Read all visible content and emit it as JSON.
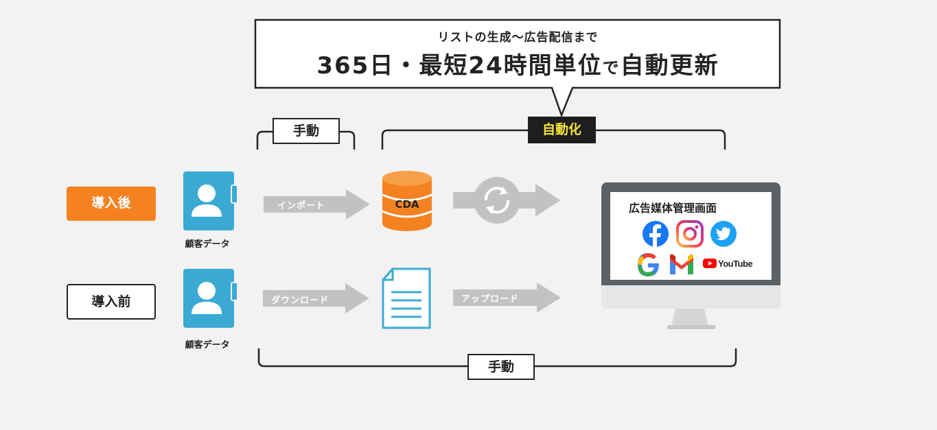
{
  "callout": {
    "subtitle": "リストの生成〜広告配信まで",
    "title_part1": "365日・最短24時間単位",
    "title_small": "で",
    "title_part2": "自動更新"
  },
  "labels": {
    "manual_top": "手動",
    "auto": "自動化",
    "manual_bottom": "手動"
  },
  "rows": {
    "after": {
      "status": "導入後",
      "customer_caption": "顧客データ",
      "arrow1": "インポート",
      "database_label": "CDA"
    },
    "before": {
      "status": "導入前",
      "customer_caption": "顧客データ",
      "arrow1": "ダウンロード",
      "arrow2": "アップロード"
    }
  },
  "monitor": {
    "title": "広告媒体管理画面",
    "youtube_text": "YouTube"
  },
  "colors": {
    "accent_orange": "#f58220",
    "customer_blue": "#3aaad4",
    "arrow_gray": "#c2c2c2",
    "auto_tag_text": "#f4e23c"
  }
}
